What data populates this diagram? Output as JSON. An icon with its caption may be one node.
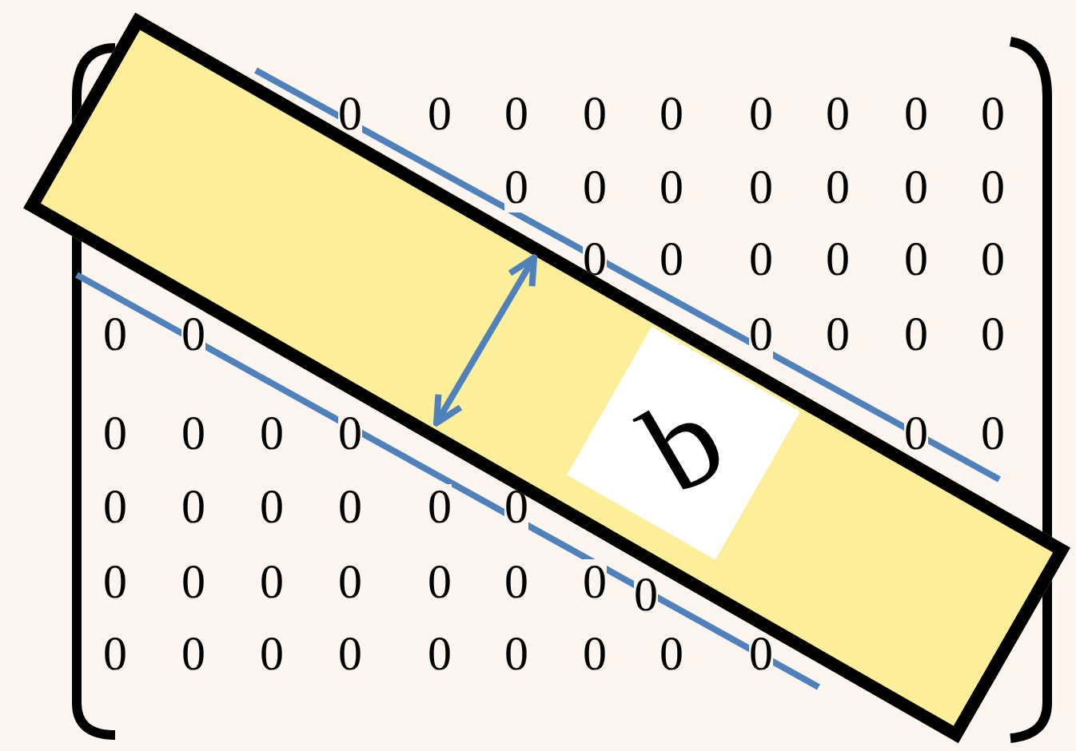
{
  "diagram": {
    "nodes": [
      {
        "text": [],
        "shape": "box"
      },
      {
        "text": [
          "b"
        ],
        "in": 0
      }
    ],
    "labels": [
      "0",
      "0",
      "0",
      "0",
      "0",
      "0",
      "0",
      "0",
      "0",
      "0",
      "0",
      "0",
      "0",
      "0",
      "0",
      "0",
      "0",
      "0",
      "0",
      "0",
      "0",
      "0",
      "0",
      "0",
      "0",
      "0",
      "0",
      "0",
      "0",
      "0",
      "0",
      "0",
      "0",
      "0",
      "0",
      "0",
      "0",
      "0",
      "0",
      "0",
      "0",
      "0",
      "0",
      "0",
      "0",
      "0",
      "0",
      "0",
      "0",
      "0",
      "0",
      "0",
      "0",
      "0",
      "0",
      "0",
      "0"
    ]
  }
}
